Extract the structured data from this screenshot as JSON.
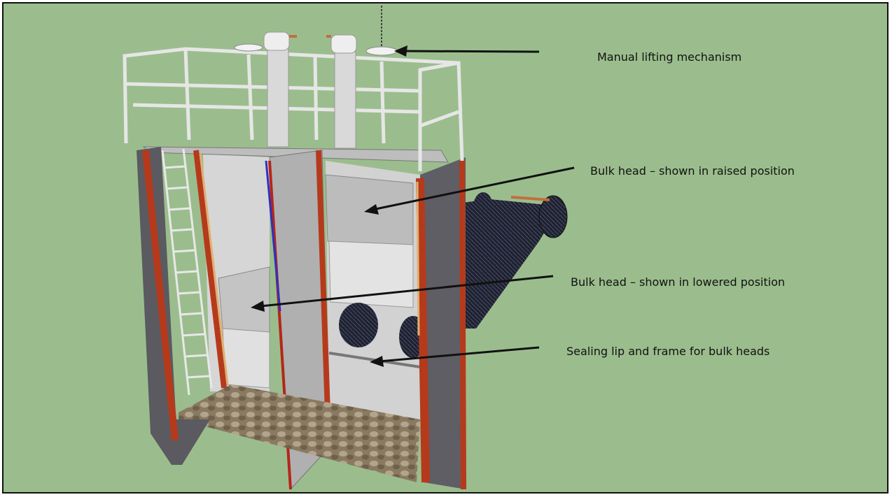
{
  "labels": {
    "lifting": "Manual lifting mechanism",
    "raised": "Bulk head – shown in raised position",
    "lowered": "Bulk head – shown in lowered position",
    "sealing": "Sealing lip and frame for bulk heads"
  },
  "colors": {
    "background": "#9bbd8d",
    "post": "#b53a1c",
    "wall": "#5a5a60",
    "panel": "#d4d4d4"
  }
}
